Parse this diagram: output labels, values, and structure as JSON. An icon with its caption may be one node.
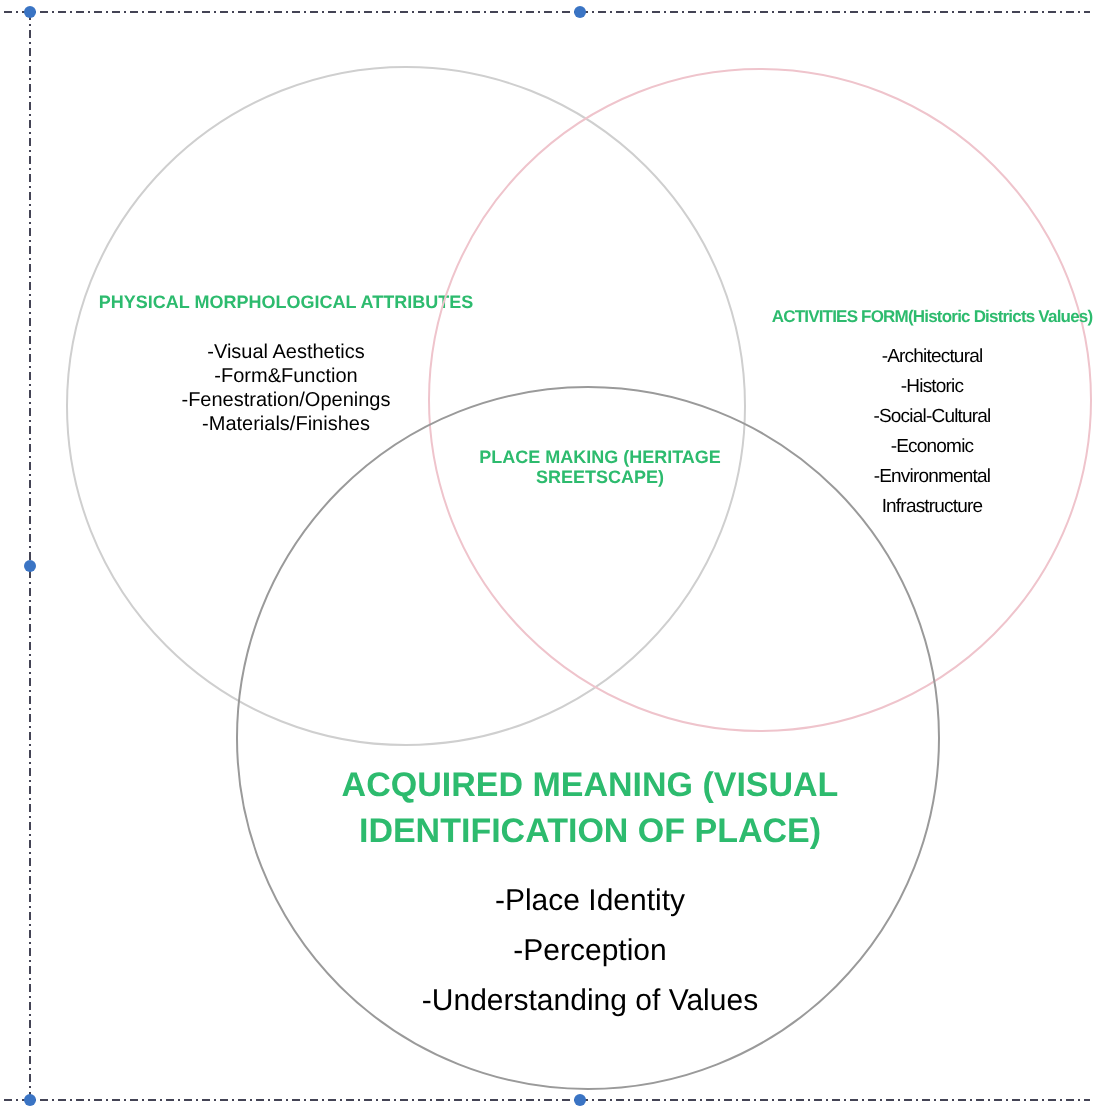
{
  "diagram": {
    "nodes": [
      {
        "text": [
          "PHYSICAL MORPHOLOGICAL ATTRIBUTES",
          "-Visual Aesthetics",
          "-Form&Function",
          "-Fenestration/Openings",
          "-Materials/Finishes"
        ]
      },
      {
        "text": [
          "ACTIVITIES FORM(Historic Districts Values)",
          "-Architectural",
          "-Historic",
          "-Social-Cultural",
          "-Economic",
          "-Environmental",
          "Infrastructure"
        ]
      },
      {
        "text": [
          "ACQUIRED MEANING (VISUAL IDENTIFICATION OF PLACE)",
          "-Place Identity",
          "-Perception",
          "-Understanding of Values"
        ]
      },
      {
        "text": [
          "PLACE MAKING (HERITAGE SREETSCAPE)"
        ]
      }
    ]
  }
}
